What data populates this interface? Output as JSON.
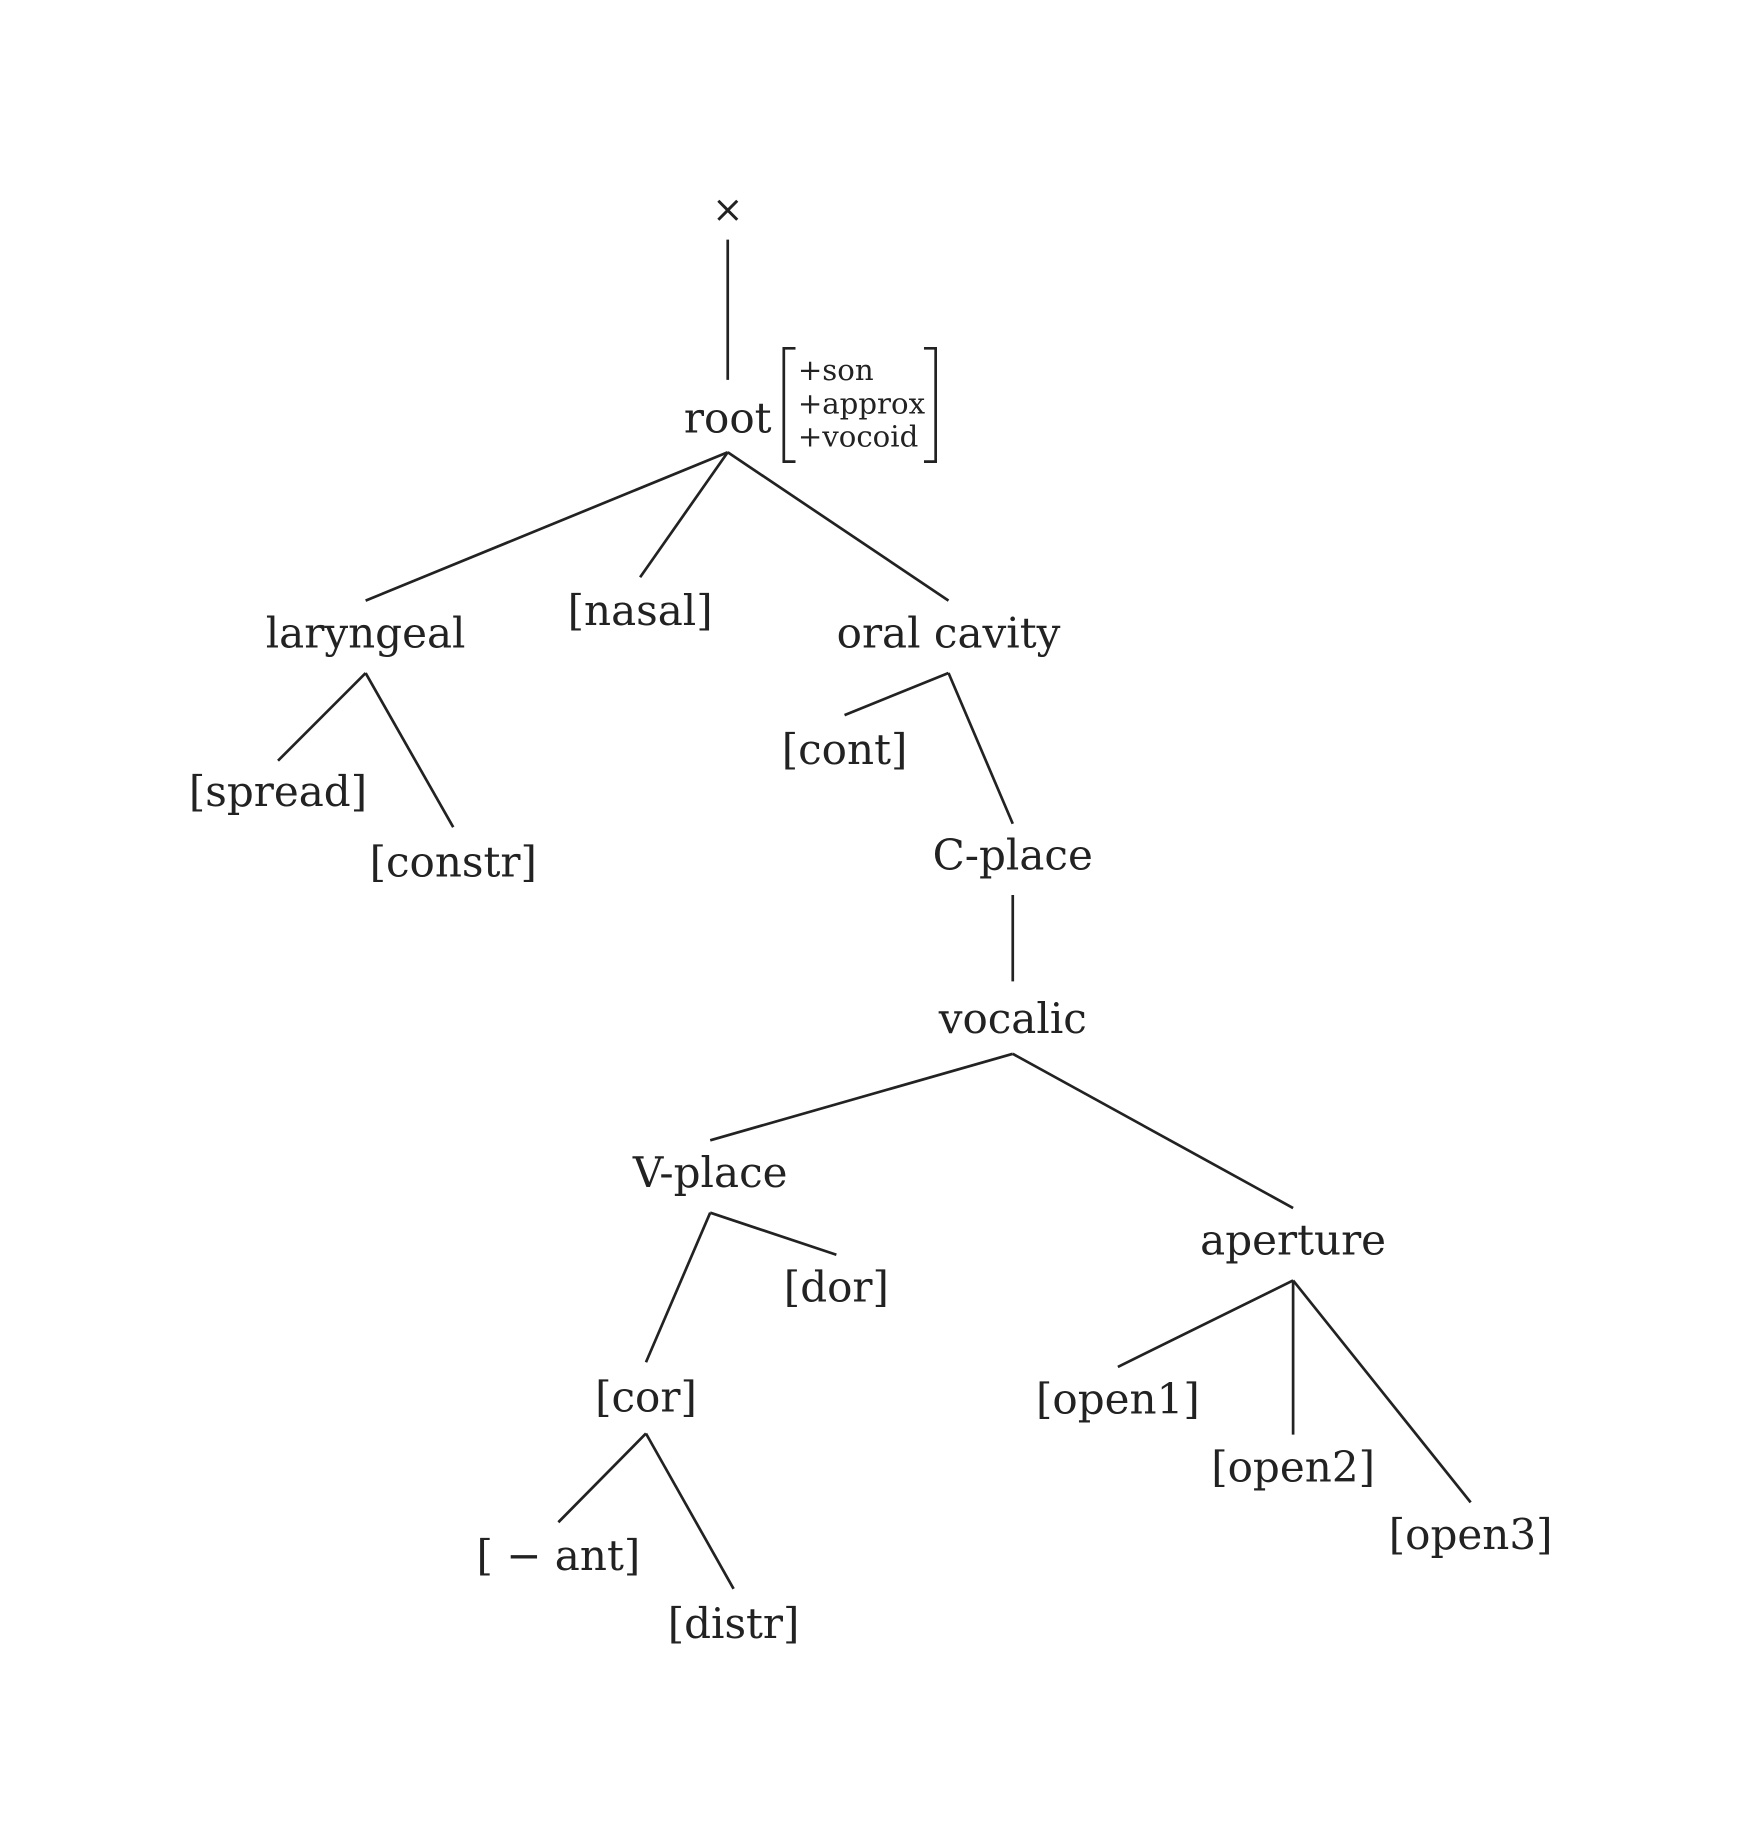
{
  "tree": {
    "top": "×",
    "root": "root",
    "root_features": [
      "+son",
      "+approx",
      "+vocoid"
    ],
    "nodes": {
      "laryngeal": "laryngeal",
      "nasal": "[nasal]",
      "oral_cavity": "oral cavity",
      "spread": "[spread]",
      "constr": "[constr]",
      "cont": "[cont]",
      "c_place": "C-place",
      "vocalic": "vocalic",
      "v_place": "V-place",
      "aperture": "aperture",
      "dor": "[dor]",
      "cor": "[cor]",
      "ant": "[ − ant]",
      "distr": "[distr]",
      "open1": "[open1]",
      "open2": "[open2]",
      "open3": "[open3]"
    }
  }
}
